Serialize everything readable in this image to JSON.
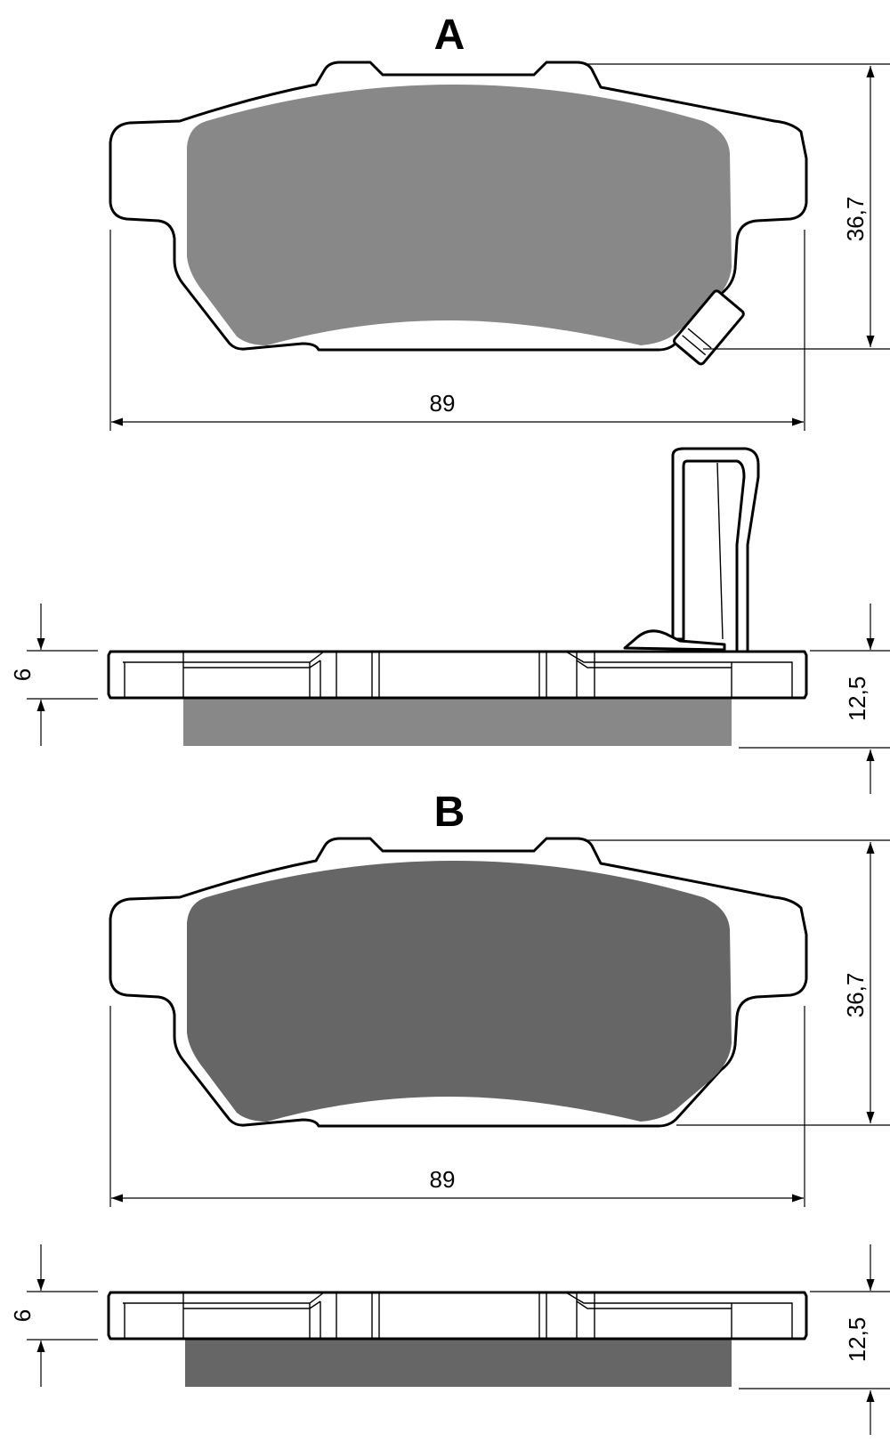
{
  "colors": {
    "background": "#ffffff",
    "line": "#000000",
    "friction_a": "#888888",
    "friction_b": "#666666"
  },
  "variants": [
    {
      "label": "A",
      "friction_color": "#888888",
      "width": "89",
      "height": "36,7",
      "backplate_thickness": "6",
      "total_thickness": "12,5",
      "has_wear_clip": true
    },
    {
      "label": "B",
      "friction_color": "#666666",
      "width": "89",
      "height": "36,7",
      "backplate_thickness": "6",
      "total_thickness": "12,5",
      "has_wear_clip": false
    }
  ]
}
